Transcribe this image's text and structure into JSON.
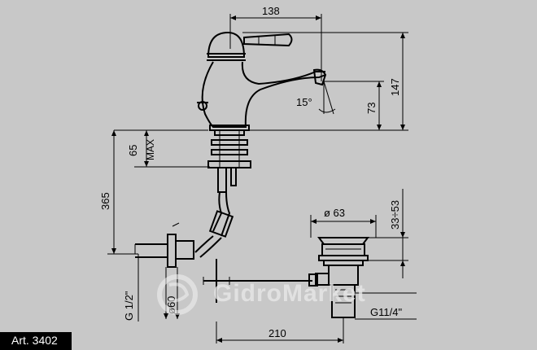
{
  "labels": {
    "width_spout": "138",
    "height_total": "147",
    "height_spout": "73",
    "angle": "15°",
    "deck_max": "65",
    "deck_max_word": "MAX",
    "length_supply": "365",
    "waste_diameter": "ø 63",
    "waste_adjust": "33÷53",
    "thread_inlet": "G 1/2\"",
    "flange_diameter": "ø60",
    "waste_thread": "G11/4\"",
    "rod_length": "210"
  },
  "watermark": "GidroMarket",
  "footer": {
    "article_prefix": "Art.",
    "article_number": "3402"
  }
}
